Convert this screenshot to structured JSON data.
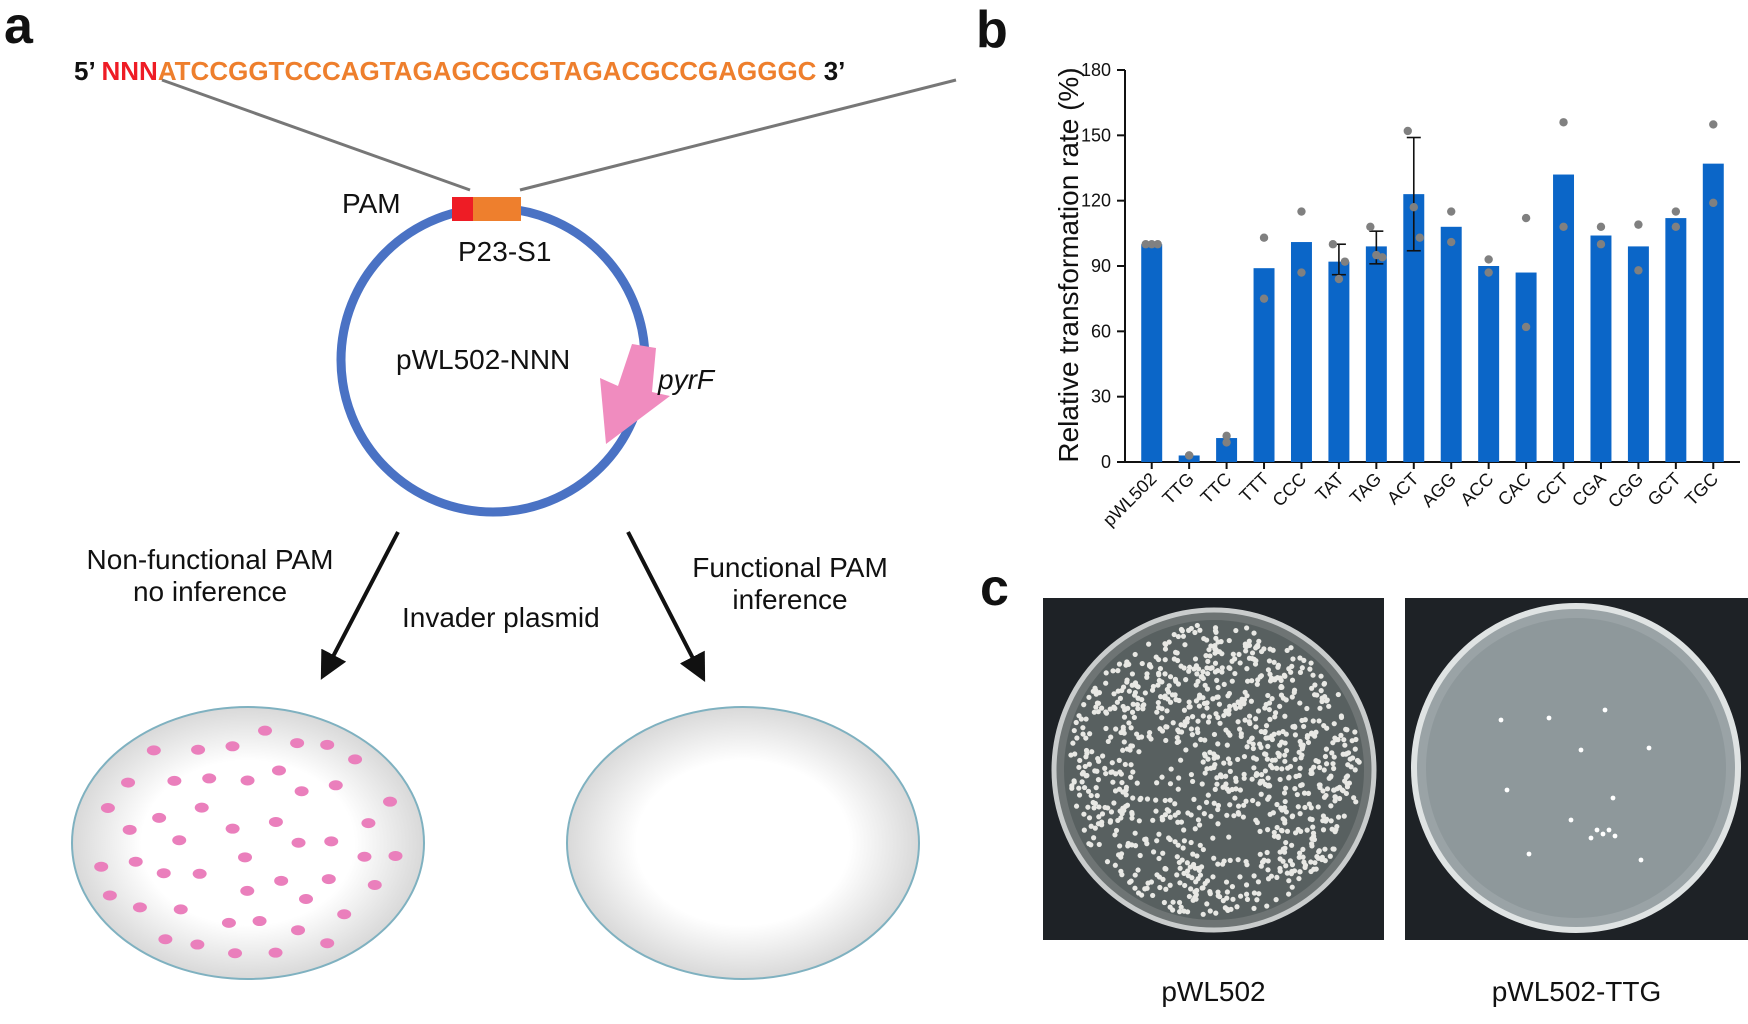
{
  "panels": {
    "a": "a",
    "b": "b",
    "c": "c"
  },
  "sequence": {
    "five_prime": "5’",
    "pam": "NNN",
    "protospacer": "ATCCGGTCCCAGTAGAGCGCGTAGACGCCGAGGGC",
    "three_prime": "3’"
  },
  "plasmid": {
    "pam_label": "PAM",
    "spacer_label": "P23-S1",
    "name": "pWL502-NNN",
    "gene_label": "pyrF"
  },
  "outcomes": {
    "left_line1": "Non-functional PAM",
    "left_line2": "no inference",
    "middle": "Invader plasmid",
    "right_line1": "Functional PAM",
    "right_line2": "inference"
  },
  "photos": {
    "left_caption": "pWL502",
    "right_caption": "pWL502-TTG"
  },
  "colors": {
    "pam_red": "#ee1c25",
    "spacer_orange": "#ee7f2d",
    "plasmid_blue": "#4a72c4",
    "gene_pink": "#f08cbf",
    "colony_pink": "#ea7fbc",
    "bar_blue": "#0b66c8",
    "dot_gray": "#808080"
  },
  "chart_data": {
    "type": "bar",
    "ylabel": "Relative transformation rate (%)",
    "xlabel": "",
    "ylim": [
      0,
      180
    ],
    "yticks": [
      0,
      30,
      60,
      90,
      120,
      150,
      180
    ],
    "categories": [
      "pWL502",
      "TTG",
      "TTC",
      "TTT",
      "CCC",
      "TAT",
      "TAG",
      "ACT",
      "AGG",
      "ACC",
      "CAC",
      "CCT",
      "CGA",
      "CGG",
      "GCT",
      "TGC"
    ],
    "values": [
      100,
      3,
      11,
      89,
      101,
      92,
      99,
      123,
      108,
      90,
      87,
      132,
      104,
      99,
      112,
      137
    ],
    "replicates": [
      [
        100,
        100,
        100
      ],
      [
        3,
        3
      ],
      [
        12,
        9
      ],
      [
        103,
        75
      ],
      [
        115,
        87
      ],
      [
        100,
        84,
        92
      ],
      [
        108,
        95,
        94
      ],
      [
        152,
        117,
        103
      ],
      [
        115,
        101
      ],
      [
        93,
        87
      ],
      [
        112,
        62
      ],
      [
        156,
        108
      ],
      [
        108,
        100
      ],
      [
        109,
        88
      ],
      [
        115,
        108
      ],
      [
        155,
        119
      ]
    ],
    "error_bars": [
      null,
      null,
      null,
      null,
      null,
      [
        86,
        100
      ],
      [
        91,
        106
      ],
      [
        97,
        149
      ],
      null,
      null,
      null,
      null,
      null,
      null,
      null,
      null
    ],
    "grid": false
  }
}
